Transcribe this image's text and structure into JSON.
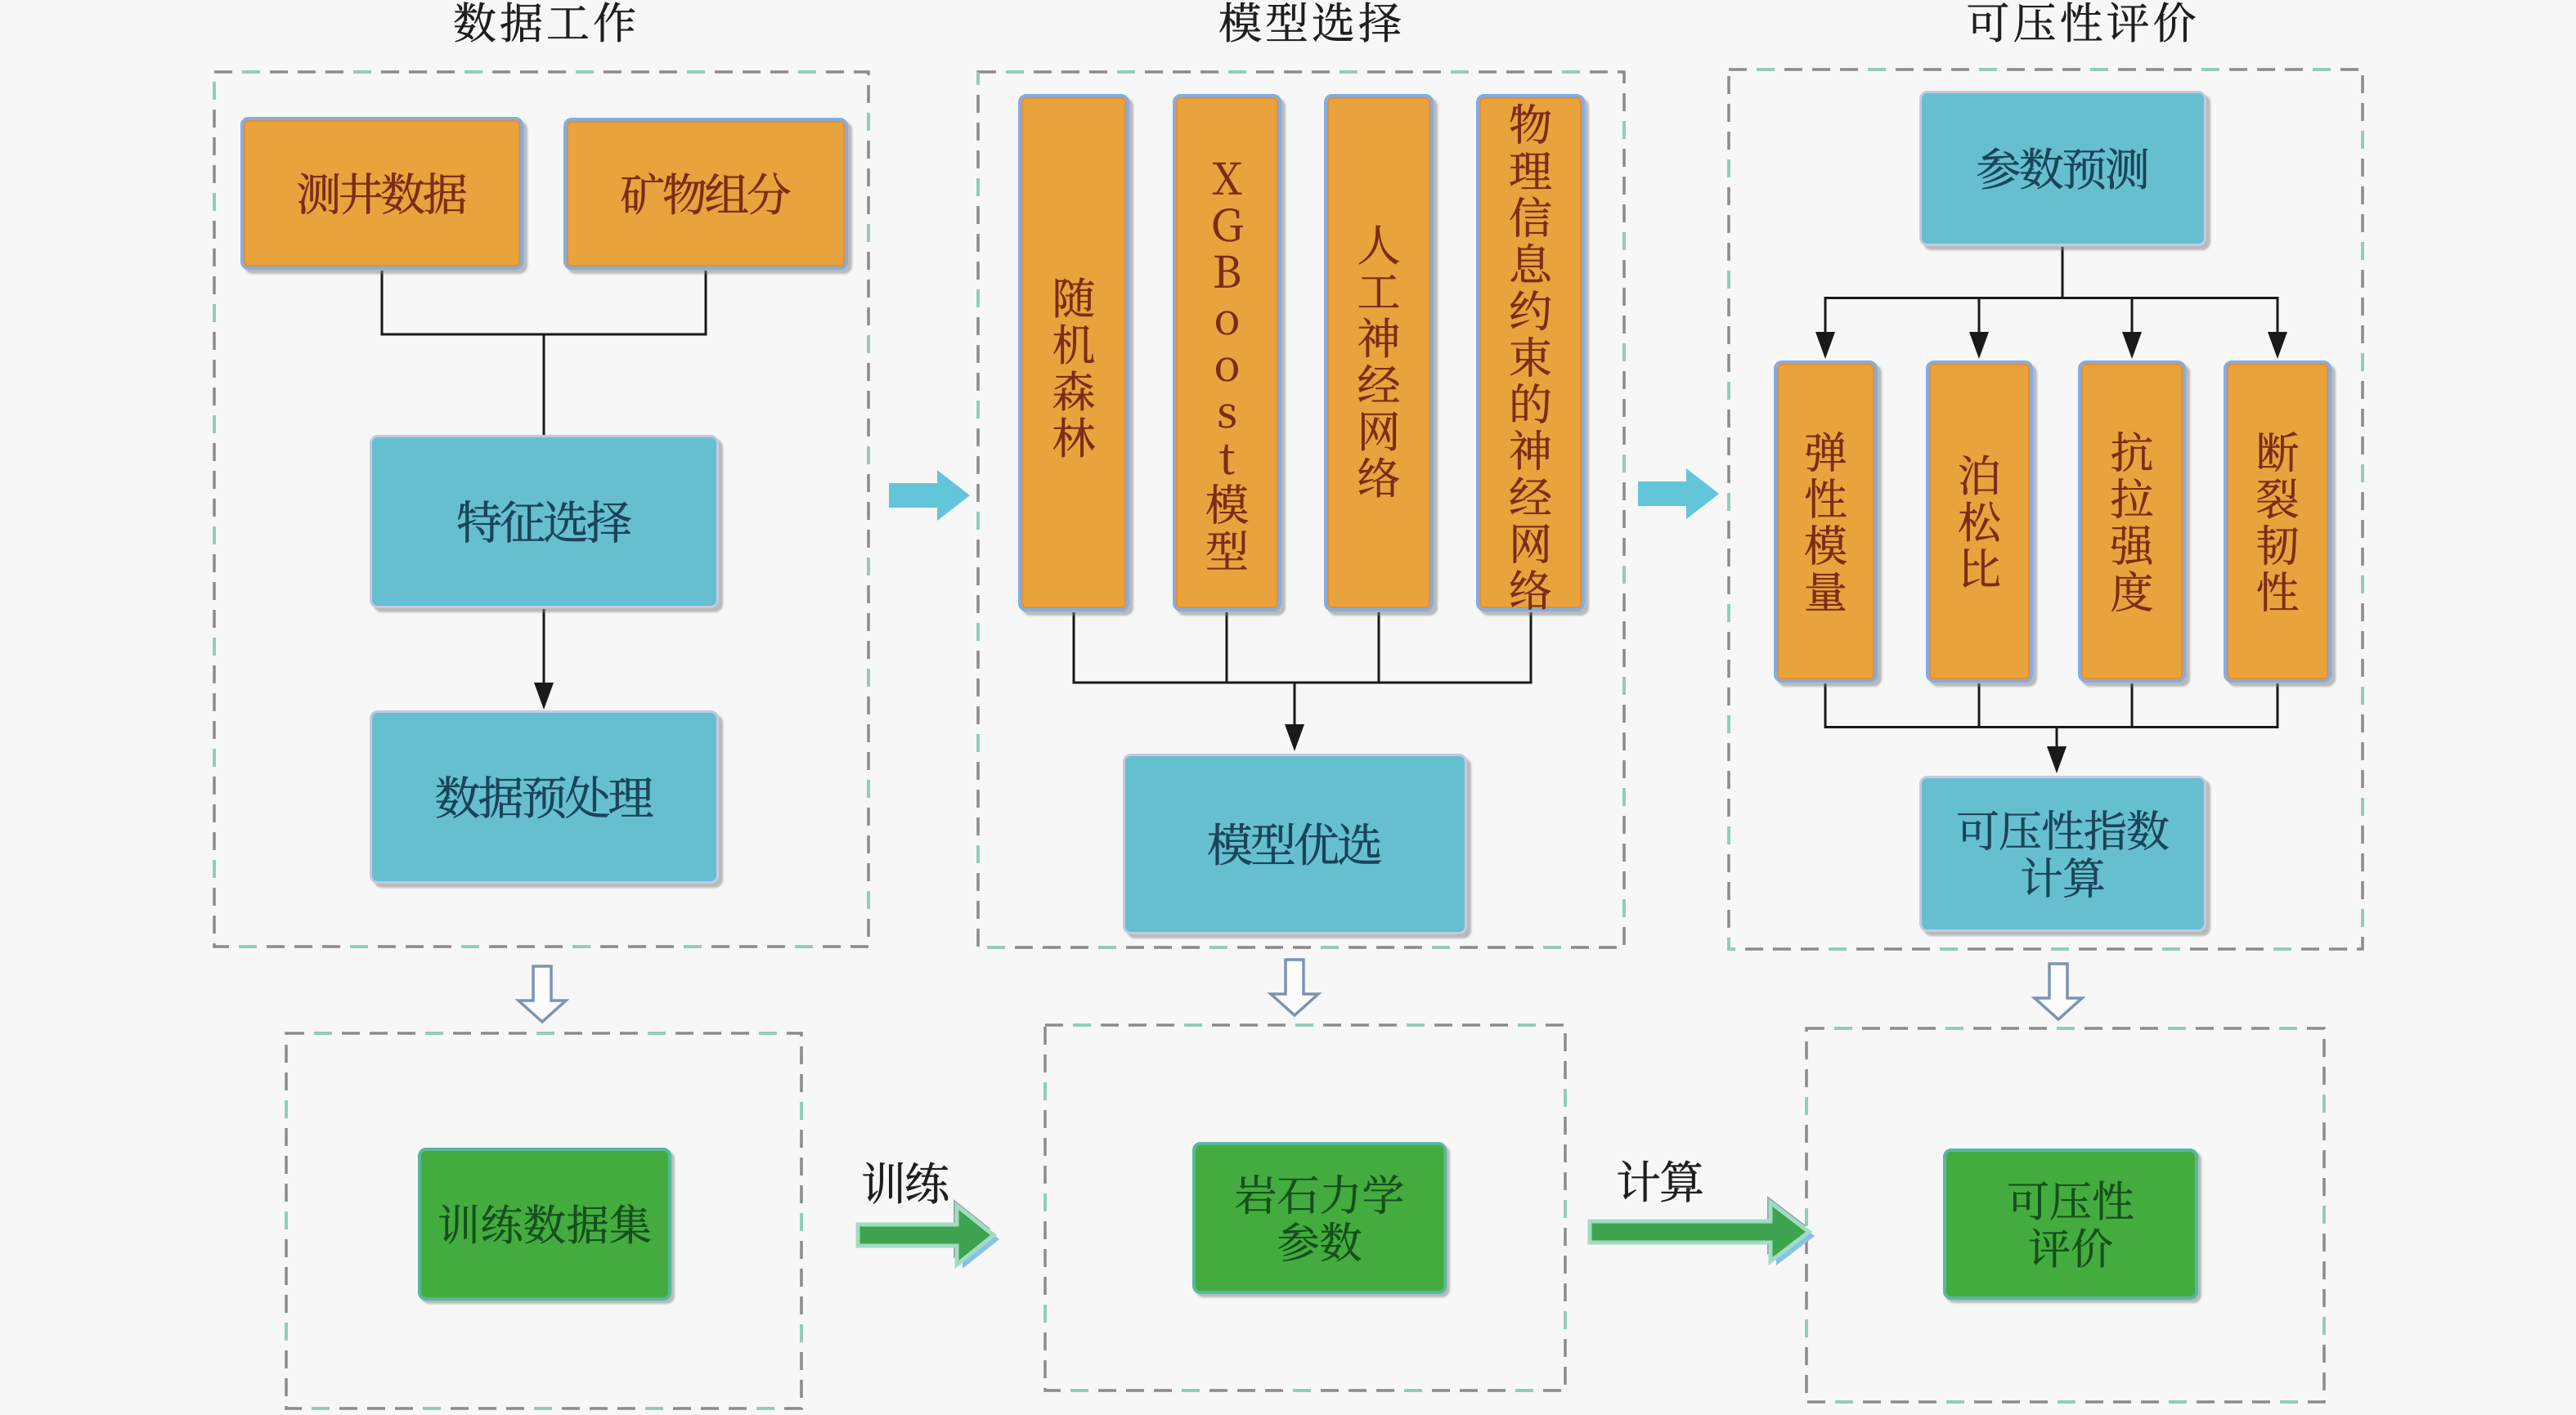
{
  "palette": {
    "background": "#f7f7f7",
    "orange_fill": "#e8a33d",
    "orange_border": "#85ace0",
    "orange_text": "#7b2d17",
    "blue_fill": "#66bfcf",
    "blue_border": "#c5c8e4",
    "blue_text": "#1a4459",
    "green_fill": "#44ac3e",
    "green_border": "#57b79e",
    "green_text": "#14501d",
    "line_color": "#1a1a1a",
    "flow_arrow_blue": "#62c5da",
    "flow_arrow_green": "#3da34e",
    "dash_gray": "#8b8b8b",
    "dash_teal": "#8ccfb6"
  },
  "sections": {
    "data_work": {
      "title": "数据工作",
      "logging_data": "测井数据",
      "mineral_composition": "矿物组分",
      "feature_selection": "特征选择",
      "data_preprocessing": "数据预处理"
    },
    "model_selection": {
      "title": "模型选择",
      "models": [
        "随机森林",
        "XGBoost模型",
        "人工神经网络",
        "物理信息约束的神经网络"
      ],
      "model_optimization": "模型优选"
    },
    "fracability_evaluation": {
      "title": "可压性评价",
      "parameter_prediction": "参数预测",
      "parameters": [
        "弹性模量",
        "泊松比",
        "抗拉强度",
        "断裂韧性"
      ],
      "index_calculation": "可压性指数\n计算"
    },
    "outputs": {
      "training_dataset": "训练数据集",
      "rock_mechanics_parameters": "岩石力学\n参数",
      "fracability_evaluation_result": "可压性\n评价"
    },
    "flow_labels": {
      "train": "训练",
      "compute": "计算"
    }
  }
}
